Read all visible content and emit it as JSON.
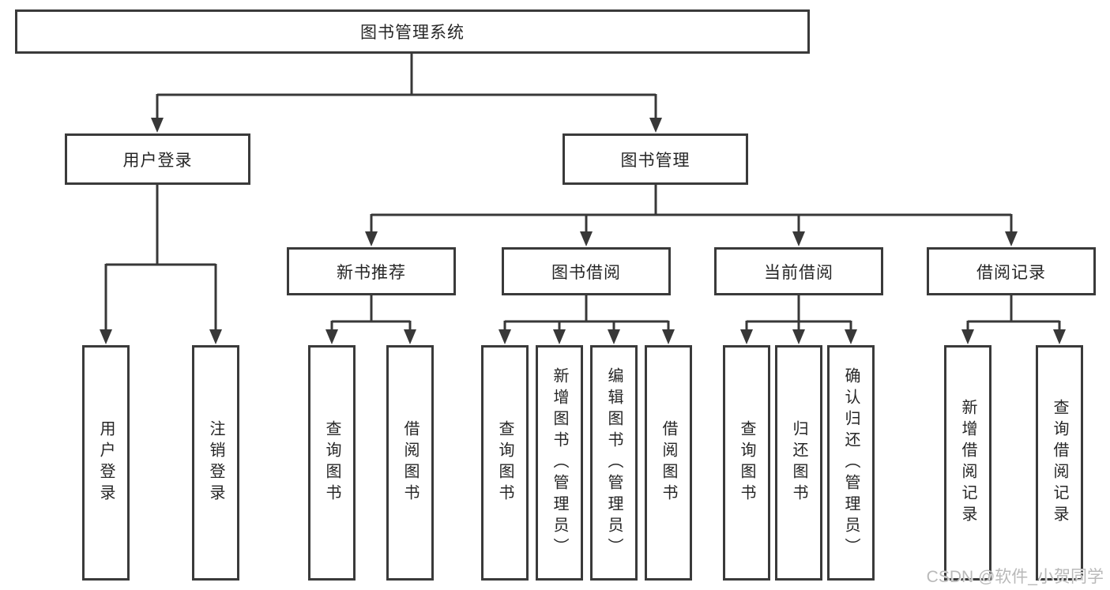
{
  "tree": {
    "root": "图书管理系统",
    "branches": [
      {
        "label": "用户登录",
        "children": [
          "用户登录",
          "注销登录"
        ]
      },
      {
        "label": "图书管理",
        "groups": [
          {
            "label": "新书推荐",
            "children": [
              "查询图书",
              "借阅图书"
            ]
          },
          {
            "label": "图书借阅",
            "children": [
              "查询图书",
              "新增图书（管理员）",
              "编辑图书（管理员）",
              "借阅图书"
            ]
          },
          {
            "label": "当前借阅",
            "children": [
              "查询图书",
              "归还图书",
              "确认归还（管理员）"
            ]
          },
          {
            "label": "借阅记录",
            "children": [
              "新增借阅记录",
              "查询借阅记录"
            ]
          }
        ]
      }
    ]
  },
  "watermark": "CSDN @软件_小贺同学",
  "colors": {
    "background": "#ffffff",
    "box_border": "#3a3a3a",
    "connector_line": "#383838",
    "text": "#262626",
    "watermark_text": "#b9b9b9"
  }
}
